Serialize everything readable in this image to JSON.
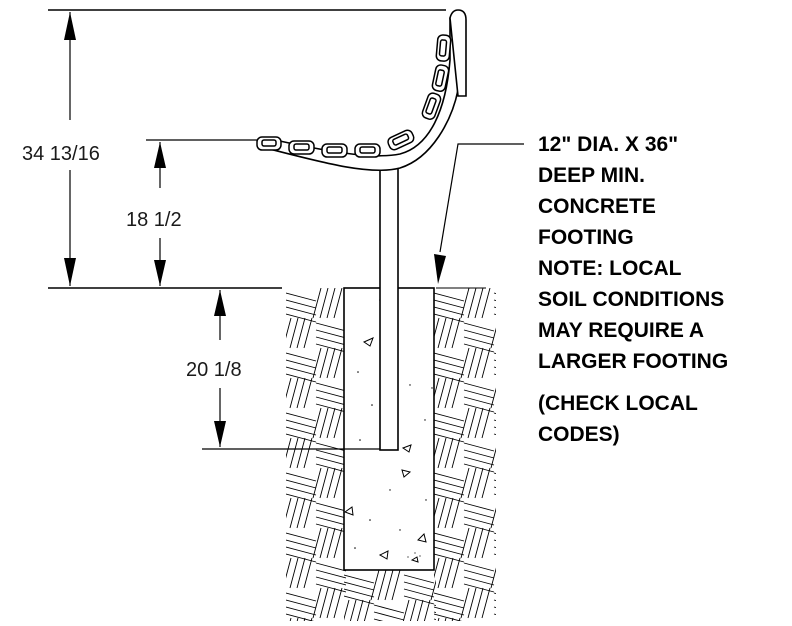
{
  "dimensions": {
    "overall_height": "34 13/16",
    "seat_height": "18 1/2",
    "embed_depth": "20 1/8"
  },
  "note": {
    "lines": [
      "12\" DIA. X 36\"",
      "DEEP MIN.",
      "CONCRETE",
      "FOOTING",
      "NOTE: LOCAL",
      "SOIL CONDITIONS",
      "MAY REQUIRE A",
      "LARGER FOOTING",
      "(CHECK LOCAL",
      "CODES)"
    ]
  },
  "colors": {
    "line": "#000000",
    "text": "#1a1a1a",
    "background": "#ffffff"
  }
}
